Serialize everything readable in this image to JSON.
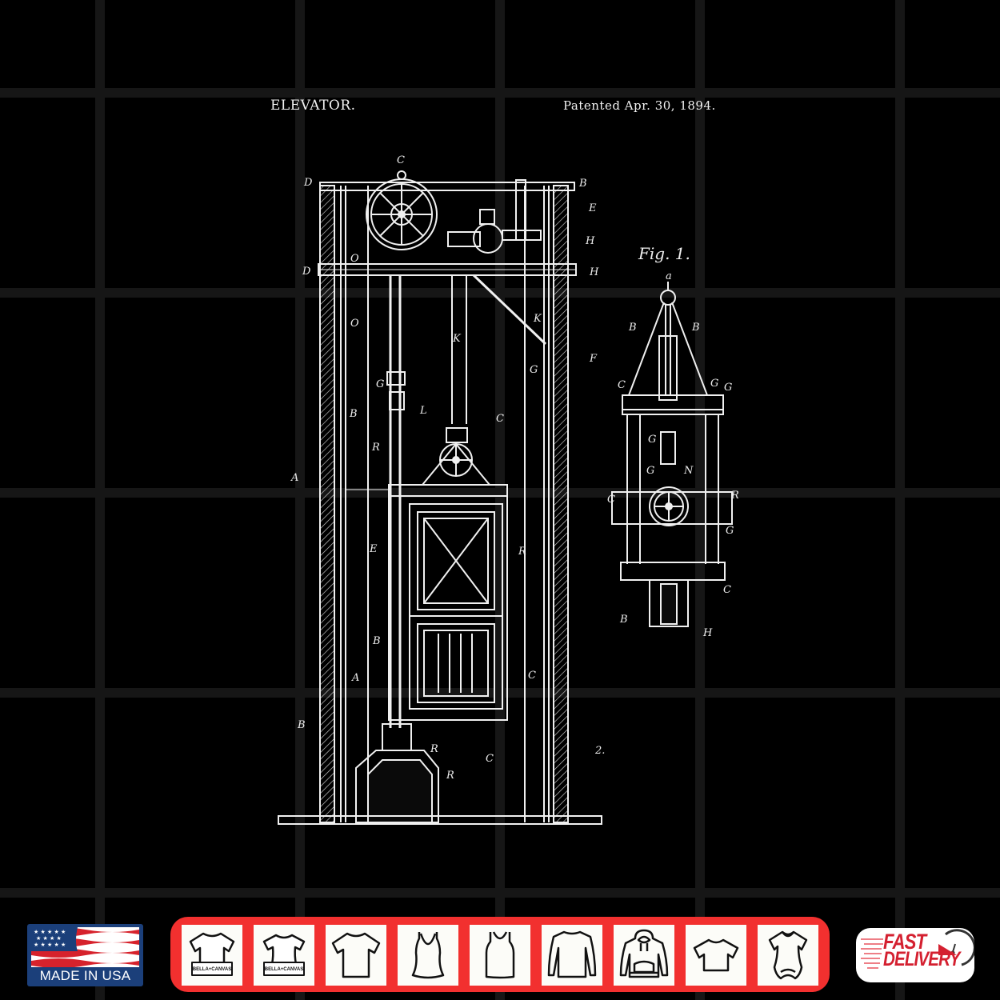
{
  "poster": {
    "title_left": "ELEVATOR.",
    "title_right": "Patented Apr. 30, 1894.",
    "figure_label": "Fig. 1.",
    "background_color": "#000000",
    "grid_color": "#161616",
    "line_color": "#f0f0f0"
  },
  "drawing_labels": {
    "main": [
      "C",
      "D",
      "B",
      "E",
      "H",
      "D",
      "O",
      "H",
      "G",
      "K",
      "F",
      "G",
      "B",
      "C",
      "G",
      "R",
      "A",
      "E",
      "R",
      "B",
      "A",
      "C",
      "B",
      "R",
      "R",
      "C",
      "2."
    ],
    "fig1": [
      "a",
      "B",
      "B",
      "C",
      "G",
      "G",
      "G",
      "N",
      "C",
      "R",
      "G",
      "C",
      "B",
      "H"
    ]
  },
  "footer": {
    "made_in_usa": {
      "label": "MADE IN USA",
      "badge_color": "#1b3f7a"
    },
    "products": [
      {
        "name": "unisex-tshirt",
        "brand_tag": "BELLA+CANVAS"
      },
      {
        "name": "womens-tshirt",
        "brand_tag": "BELLA+CANVAS"
      },
      {
        "name": "classic-tshirt",
        "brand_tag": ""
      },
      {
        "name": "racerback-tank",
        "brand_tag": ""
      },
      {
        "name": "tank-top",
        "brand_tag": ""
      },
      {
        "name": "long-sleeve",
        "brand_tag": ""
      },
      {
        "name": "hoodie",
        "brand_tag": ""
      },
      {
        "name": "youth-tshirt",
        "brand_tag": ""
      },
      {
        "name": "baby-onesie",
        "brand_tag": ""
      }
    ],
    "strip_color": "#f2302f",
    "fast_delivery": {
      "line1": "FAST",
      "line2": "DELIVERY",
      "color": "#d42030"
    }
  }
}
